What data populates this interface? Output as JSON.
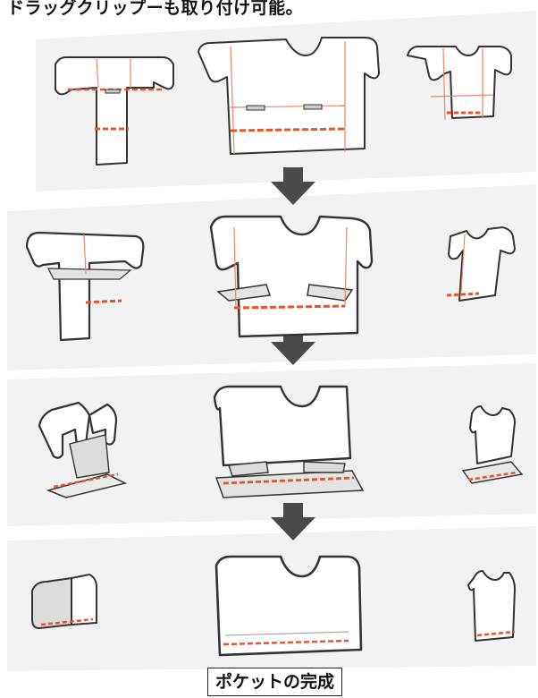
{
  "header": {
    "caption_fragment": "ドラッグクリップーも取り付け可能。"
  },
  "footer": {
    "caption": "ポケットの完成"
  },
  "diagram": {
    "steps": 4,
    "arrows_between_steps": 3,
    "colors": {
      "outline": "#333333",
      "thin_fold_line": "#e8896b",
      "dashed_fold_line": "#e4572e",
      "panel_shade": "#e3e3e3",
      "arrow": "#4a4a4a",
      "step_bg": "#f2f2f2"
    }
  }
}
